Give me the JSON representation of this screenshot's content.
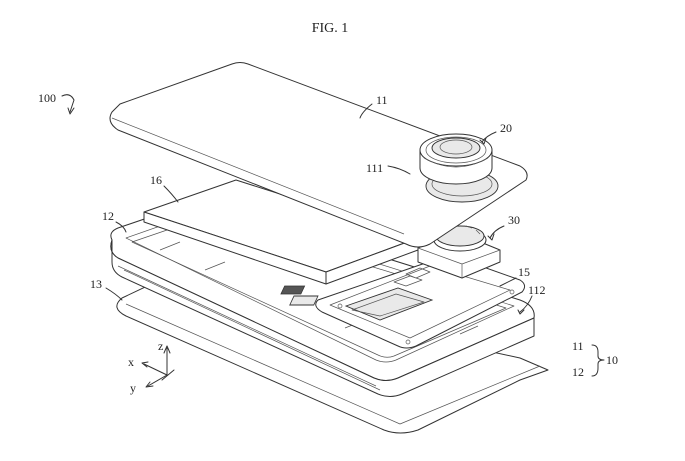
{
  "title": "FIG. 1",
  "labels": {
    "assembly": "100",
    "cover": "11",
    "camera": "20",
    "hole": "111",
    "module": "30",
    "plate": "16",
    "frame": "12",
    "bottom": "13",
    "board": "15",
    "notch": "112",
    "brace_top": "11",
    "brace_bottom": "12",
    "brace_group": "10"
  },
  "axes": {
    "x": "x",
    "y": "y",
    "z": "z"
  }
}
